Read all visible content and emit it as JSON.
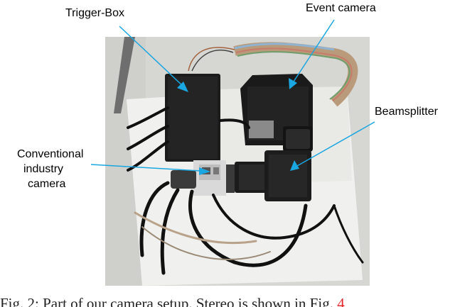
{
  "figure": {
    "labels": {
      "trigger_box": "Trigger-Box",
      "event_camera": "Event camera",
      "beamsplitter": "Beamsplitter",
      "conventional_camera": [
        "Conventional",
        "industry",
        "camera"
      ]
    },
    "caption": {
      "text": "Fig. 2: Part of our camera setup. Stereo is shown in Fig. ",
      "ref": "4"
    },
    "colors": {
      "arrow": "#1aa6e0",
      "board": "#eeeeec",
      "background": "#d8d8d6",
      "device_black": "#1b1b1b"
    }
  }
}
